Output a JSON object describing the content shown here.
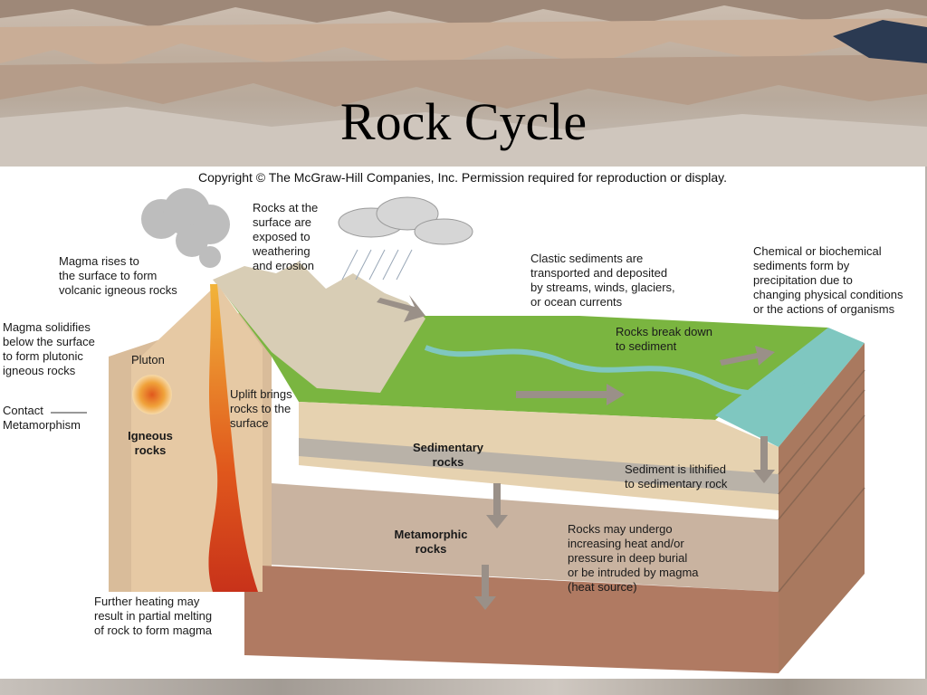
{
  "slide": {
    "title": "Rock Cycle"
  },
  "figure": {
    "copyright": "Copyright © The McGraw-Hill Companies, Inc. Permission required for reproduction or display.",
    "labels": {
      "rocks_at_surface": "Rocks at the\nsurface are\nexposed to\nweathering\nand erosion",
      "magma_rises": "Magma rises to\nthe surface to form\nvolcanic igneous rocks",
      "magma_solidifies": "Magma solidifies\nbelow the surface\nto form plutonic\nigneous rocks",
      "pluton": "Pluton",
      "contact_metamorphism": "Contact\nMetamorphism",
      "igneous_rocks": "Igneous\nrocks",
      "uplift": "Uplift brings\nrocks to the\nsurface",
      "clastic_sediments": "Clastic sediments are\ntransported and deposited\nby streams, winds, glaciers,\nor ocean currents",
      "chemical_sediments": "Chemical or biochemical\nsediments form by\nprecipitation due to\nchanging physical conditions\nor the actions of organisms",
      "rocks_break_down": "Rocks break down\nto sediment",
      "sedimentary_rocks": "Sedimentary\nrocks",
      "sediment_lithified": "Sediment is lithified\nto sedimentary rock",
      "metamorphic_rocks": "Metamorphic\nrocks",
      "rocks_undergo": "Rocks may undergo\nincreasing heat and/or\npressure in deep burial\nor be intruded by magma\n(heat source)",
      "further_heating": "Further heating may\nresult in partial melting\nof rock to form magma"
    }
  },
  "colors": {
    "magma": "#e0581c",
    "grass": "#7ab540",
    "ocean": "#7fc7c0",
    "sediment": "#e6d2b0",
    "metamorphic": "#c9b3a0",
    "deep_rock": "#b07a62",
    "arrow": "#9a9088"
  }
}
